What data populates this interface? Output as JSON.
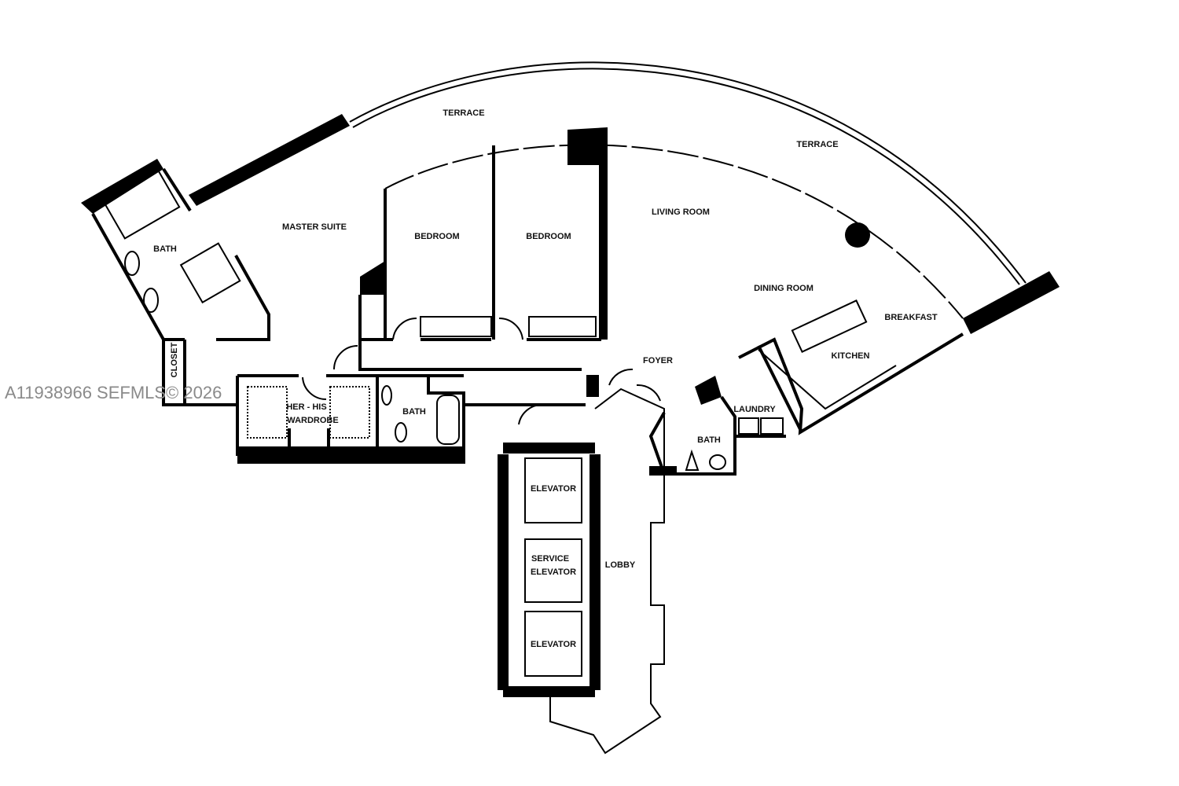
{
  "watermark": "A11938966  SEFMLS© 2026",
  "rooms": {
    "terrace_1": "TERRACE",
    "terrace_2": "TERRACE",
    "master_suite": "MASTER SUITE",
    "master_bath": "BATH",
    "bedroom_1": "BEDROOM",
    "bedroom_2": "BEDROOM",
    "living_room": "LIVING ROOM",
    "dining_room": "DINING ROOM",
    "breakfast": "BREAKFAST",
    "kitchen": "KITCHEN",
    "foyer": "FOYER",
    "laundry": "LAUNDRY",
    "powder_bath": "BATH",
    "closet": "CLOSET",
    "wardrobe_line1": "HER - HIS",
    "wardrobe_line2": "WARDROBE",
    "hall_bath": "BATH",
    "elevator_1": "ELEVATOR",
    "service_elevator_line1": "SERVICE",
    "service_elevator_line2": "ELEVATOR",
    "elevator_2": "ELEVATOR",
    "lobby": "LOBBY"
  }
}
